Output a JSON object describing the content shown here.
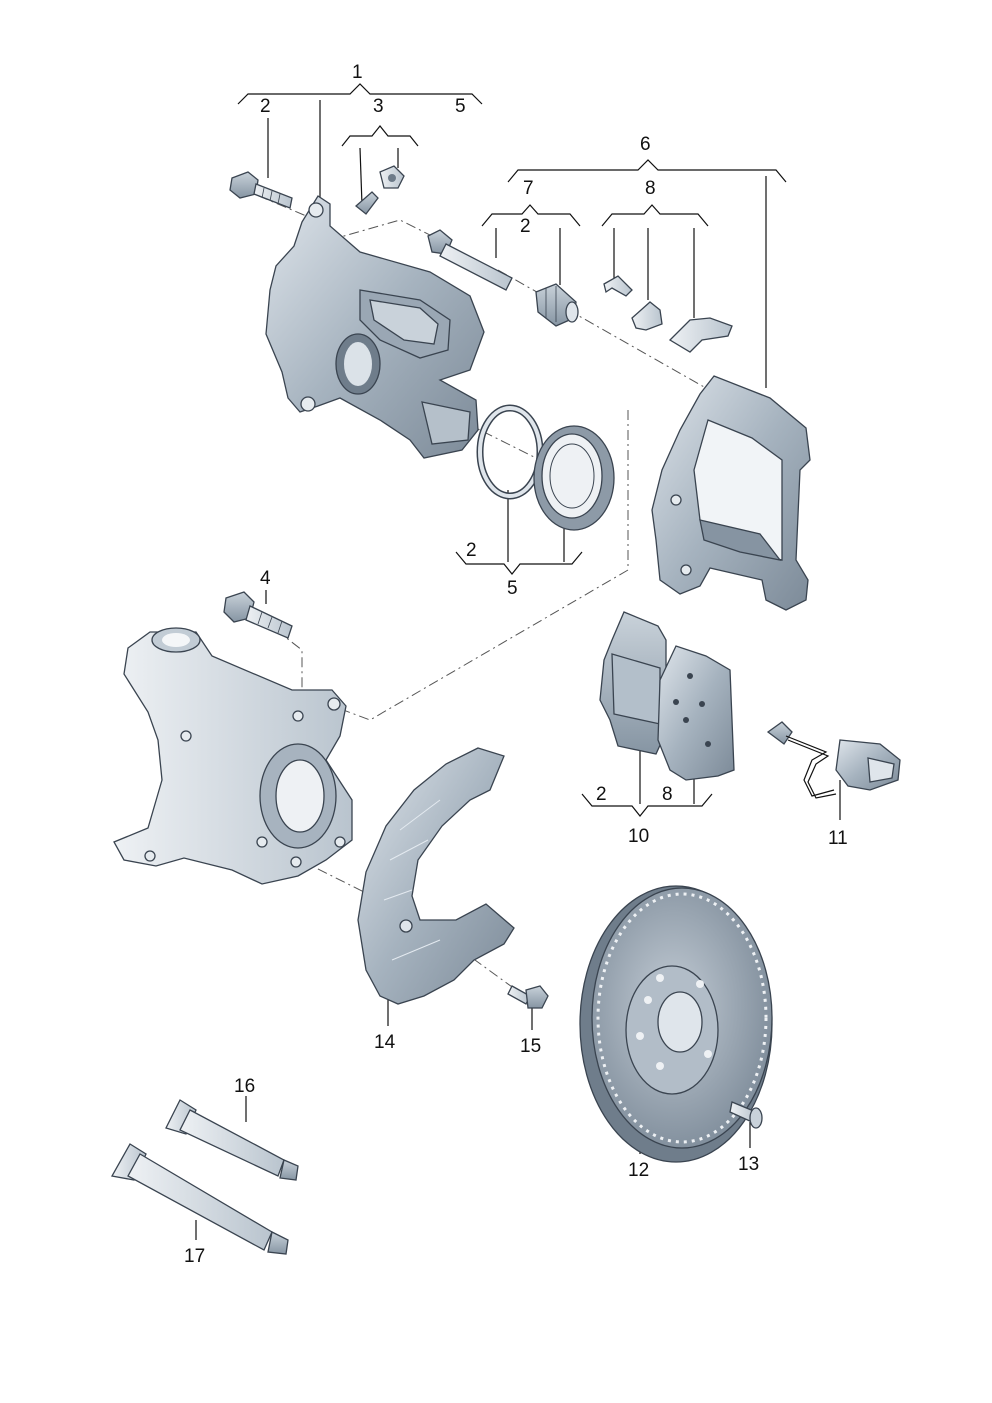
{
  "callouts": {
    "c1": "1",
    "c2a": "2",
    "c3": "3",
    "c5a": "5",
    "c6": "6",
    "c7": "7",
    "c2b": "2",
    "c8a": "8",
    "c2c": "2",
    "c5b": "5",
    "c4": "4",
    "c2d": "2",
    "c8b": "8",
    "c10": "10",
    "c11": "11",
    "c14": "14",
    "c15": "15",
    "c12": "12",
    "c13": "13",
    "c16": "16",
    "c17": "17"
  },
  "colors": {
    "metal_dark": "#7f8e9c",
    "metal_mid": "#a9b6c2",
    "metal_light": "#d6dde4",
    "outline": "#3a4450"
  }
}
